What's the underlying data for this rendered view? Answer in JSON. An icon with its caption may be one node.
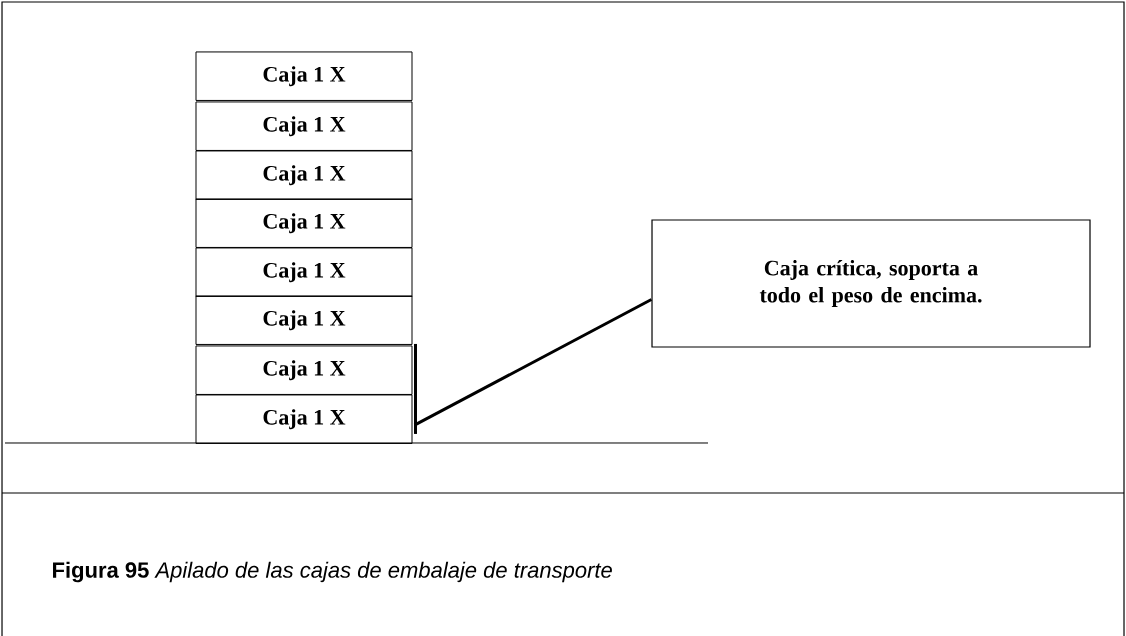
{
  "diagram": {
    "caption": "**Figura 95** *Apilado de las cajas de embalaje de transporte*",
    "nodes": [
      {
        "text": [
          "Caja 1 X"
        ]
      },
      {
        "text": [
          "Caja 1 X"
        ]
      },
      {
        "text": [
          "Caja 1 X"
        ]
      },
      {
        "text": [
          "Caja 1 X"
        ]
      },
      {
        "text": [
          "Caja 1 X"
        ]
      },
      {
        "text": [
          "Caja 1 X"
        ]
      },
      {
        "text": [
          "Caja 1 X"
        ]
      },
      {
        "text": [
          "Caja 1 X"
        ]
      },
      {
        "text": [
          "Caja crítica, soporta a todo el peso de encima."
        ]
      }
    ],
    "edges": [
      {
        "from": 8,
        "to": 7,
        "arrow": "none"
      }
    ]
  }
}
